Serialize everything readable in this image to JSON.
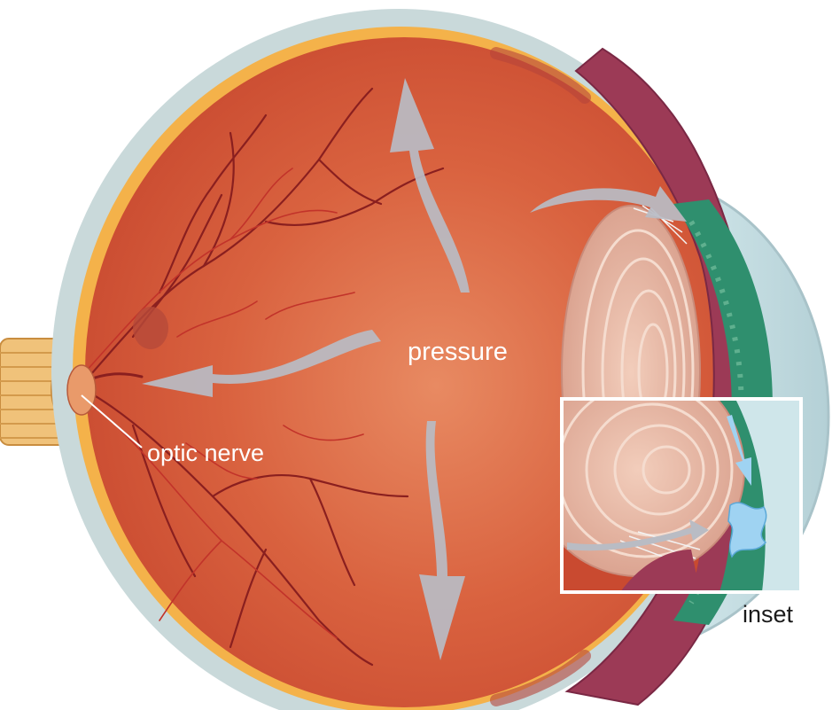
{
  "labels": {
    "pressure": "pressure",
    "optic_nerve": "optic nerve",
    "inset": "inset"
  },
  "colors": {
    "sclera": "#c9d9da",
    "choroid_band": "#f4b24a",
    "retina": "#d2583a",
    "retina_glow": "#e4855c",
    "vessel": "#8a1f1f",
    "vessel_light": "#c2332a",
    "arrow": "#b9bcc4",
    "lens": "#e7b7a3",
    "iris": "#2f8f6e",
    "ciliary": "#9c3a56",
    "cornea": "#cfe6ea",
    "fluid": "#9fd3f2",
    "optic_nerve": "#f0c27a",
    "inset_border": "#ffffff"
  },
  "icons": [
    "eye-globe-illustration",
    "pressure-arrow",
    "fluid-flow-arrow"
  ]
}
